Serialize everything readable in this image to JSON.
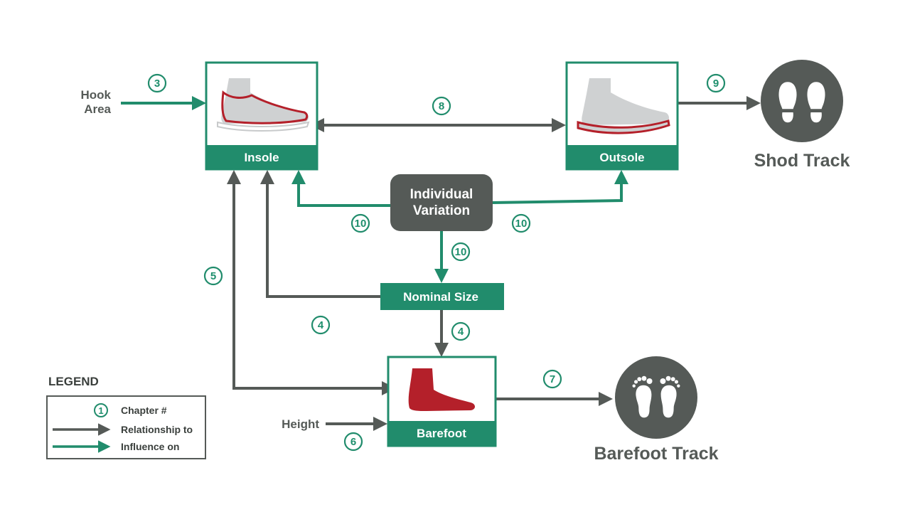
{
  "colors": {
    "green": "#218c6c",
    "dark": "#555a57",
    "red": "#b4202a",
    "gray": "#cfd1d2"
  },
  "nodes": {
    "insole": "Insole",
    "outsole": "Outsole",
    "individual_variation_line1": "Individual",
    "individual_variation_line2": "Variation",
    "nominal_size": "Nominal Size",
    "barefoot": "Barefoot",
    "hook_area_line1": "Hook",
    "hook_area_line2": "Area",
    "height": "Height",
    "shod_track": "Shod Track",
    "barefoot_track": "Barefoot Track"
  },
  "chapters": {
    "hook_to_insole": "3",
    "insole_outsole": "8",
    "outsole_to_shod": "9",
    "iv_to_insole": "10",
    "iv_to_outsole": "10",
    "iv_to_nominal": "10",
    "barefoot_insole": "5",
    "nominal_to_insole": "4",
    "nominal_to_barefoot": "4",
    "height_to_barefoot": "6",
    "barefoot_to_track": "7"
  },
  "legend": {
    "title": "LEGEND",
    "badge": "1",
    "chapter": "Chapter #",
    "relationship": "Relationship to",
    "influence": "Influence on"
  }
}
